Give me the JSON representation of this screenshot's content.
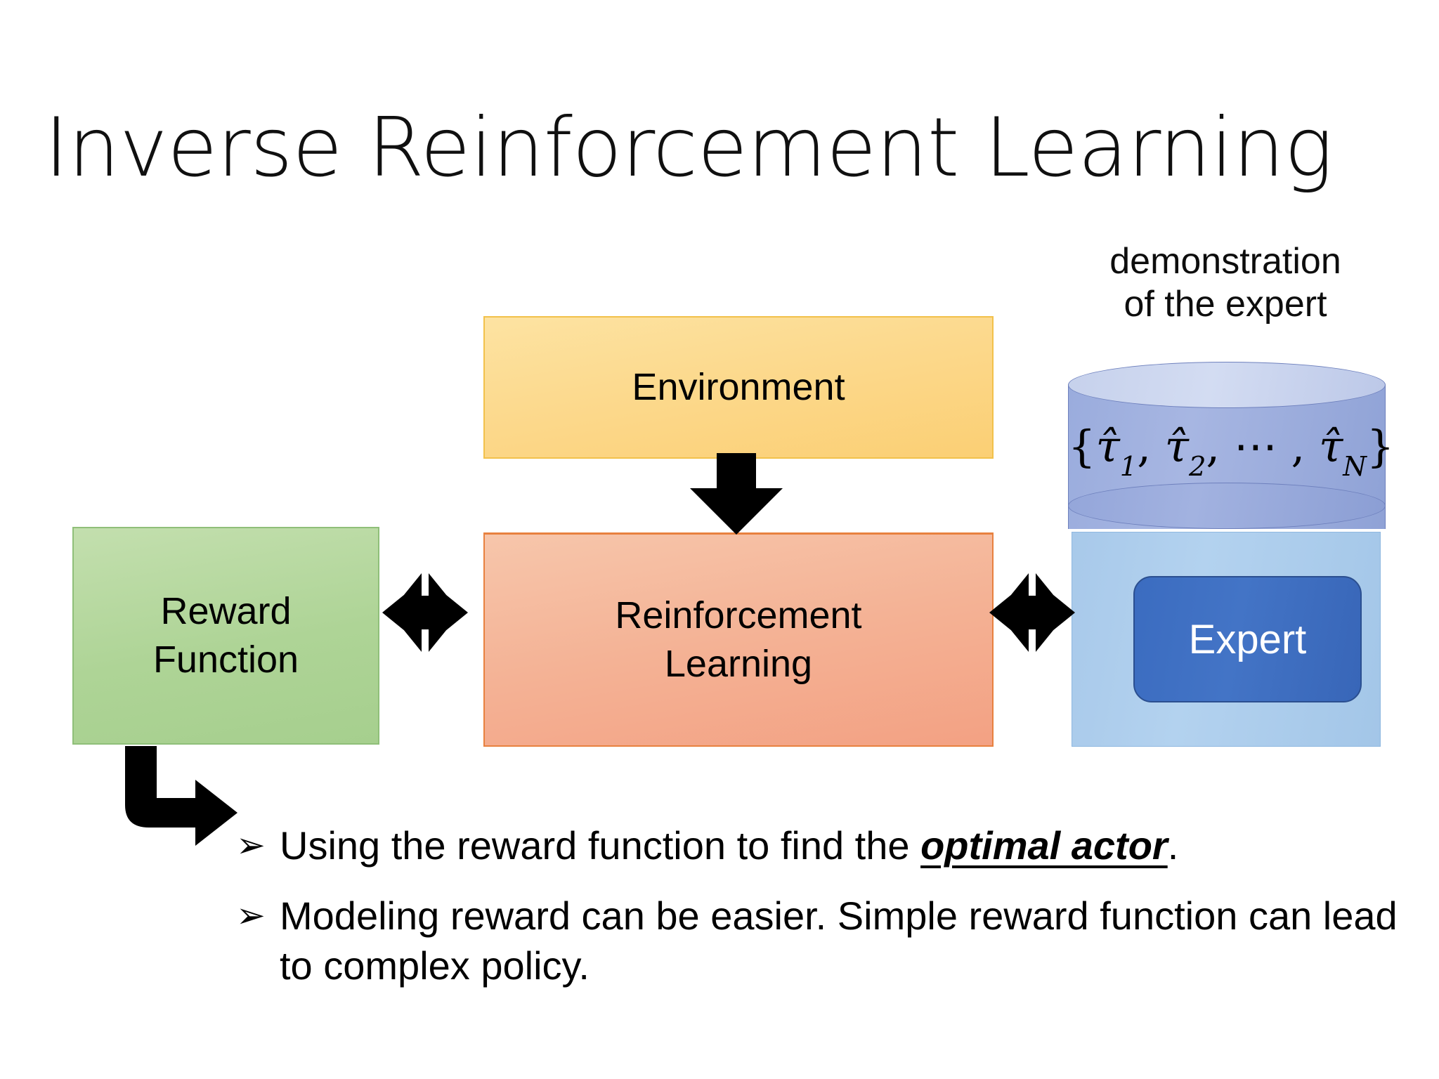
{
  "slide": {
    "title": "Inverse Reinforcement Learning",
    "background_color": "#ffffff"
  },
  "diagram": {
    "type": "flow-diagram",
    "nodes": [
      {
        "id": "reward-function",
        "label_line1": "Reward",
        "label_line2": "Function",
        "shape": "rectangle",
        "fill_color": "#aed496",
        "border_color": "#8fbf79",
        "text_color": "#000000"
      },
      {
        "id": "environment",
        "label": "Environment",
        "shape": "rectangle",
        "fill_color": "#fcd98d",
        "border_color": "#f2c14b",
        "text_color": "#000000"
      },
      {
        "id": "reinforcement-learning",
        "label_line1": "Reinforcement",
        "label_line2": "Learning",
        "shape": "rectangle",
        "fill_color": "#f4b295",
        "border_color": "#e8813f",
        "text_color": "#000000"
      },
      {
        "id": "expert-group",
        "label": "Expert",
        "shape": "rounded-rectangle",
        "fill_color": "#3b6cc0",
        "border_color": "#2b4f90",
        "text_color": "#ffffff",
        "container_fill_color": "#a8c9ea"
      },
      {
        "id": "demonstration-store",
        "shape": "cylinder",
        "fill_color": "#9aacdd",
        "top_fill_color": "#c6d1ec",
        "border_color": "#6e80bd",
        "formula": "{τ̂1, τ̂2, ⋯, τ̂N}",
        "formula_parts": {
          "open": "{",
          "t1": "τ̂",
          "s1": "1",
          "sep1": ", ",
          "t2": "τ̂",
          "s2": "2",
          "sep2": ", ⋯ , ",
          "t3": "τ̂",
          "s3": "N",
          "close": "}"
        }
      }
    ],
    "labels": {
      "demonstration_line1": "demonstration",
      "demonstration_line2": "of the expert"
    },
    "connectors": [
      {
        "id": "environment-to-rl",
        "icon": "down-arrow",
        "direction": "down",
        "color": "#000000"
      },
      {
        "id": "reward-rl-link",
        "icon": "quad-arrow",
        "direction": "bidirectional",
        "color": "#000000"
      },
      {
        "id": "rl-expert-link",
        "icon": "quad-arrow",
        "direction": "bidirectional",
        "color": "#000000"
      },
      {
        "id": "reward-to-notes",
        "icon": "elbow-arrow",
        "direction": "down-right",
        "color": "#000000"
      }
    ]
  },
  "notes": {
    "bullet_marker": "➢",
    "items": [
      {
        "prefix": "Using the reward function to find the ",
        "emphasis": "optimal actor",
        "suffix": "."
      },
      {
        "prefix": "Modeling reward can be easier. Simple reward function can lead to complex policy.",
        "emphasis": "",
        "suffix": ""
      }
    ]
  }
}
